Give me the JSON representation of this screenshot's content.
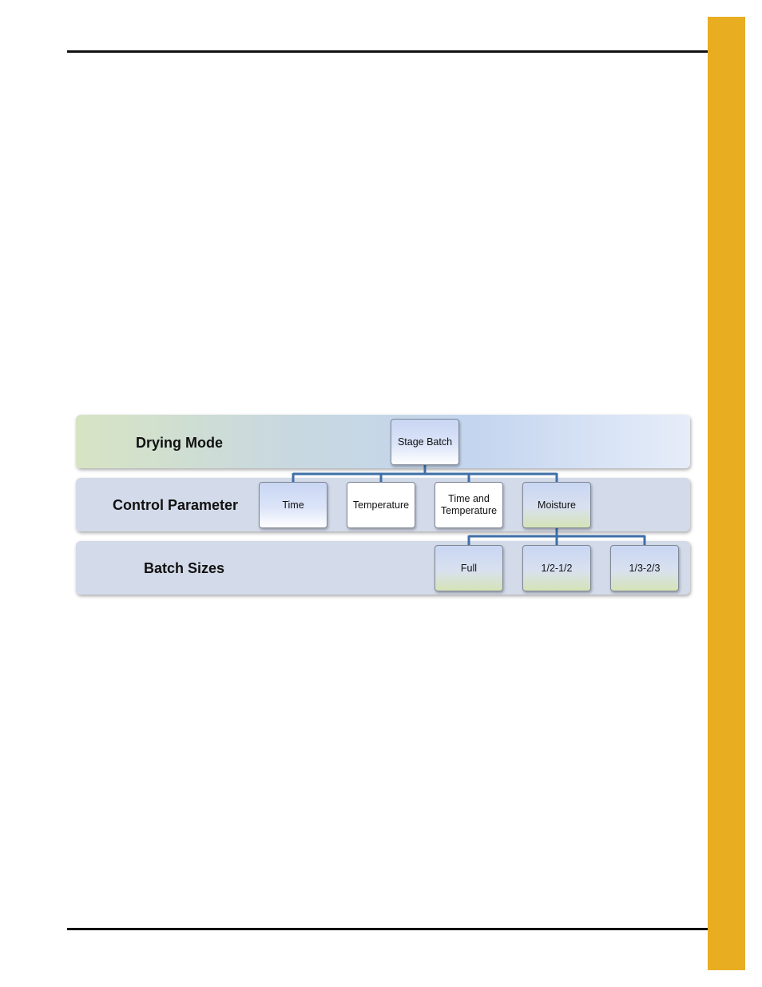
{
  "diagram": {
    "levels": [
      {
        "label": "Drying Mode"
      },
      {
        "label": "Control Parameter"
      },
      {
        "label": "Batch Sizes"
      }
    ],
    "root": {
      "label": "Stage Batch"
    },
    "control_parameters": [
      {
        "label": "Time"
      },
      {
        "label": "Temperature"
      },
      {
        "label": "Time and Temperature"
      },
      {
        "label": "Moisture"
      }
    ],
    "batch_sizes": [
      {
        "label": "Full"
      },
      {
        "label": "1/2-1/2"
      },
      {
        "label": "1/3-2/3"
      }
    ]
  },
  "colors": {
    "side_tab": "#e9ad22",
    "connector": "#3f6fa8",
    "rule": "#111111"
  }
}
